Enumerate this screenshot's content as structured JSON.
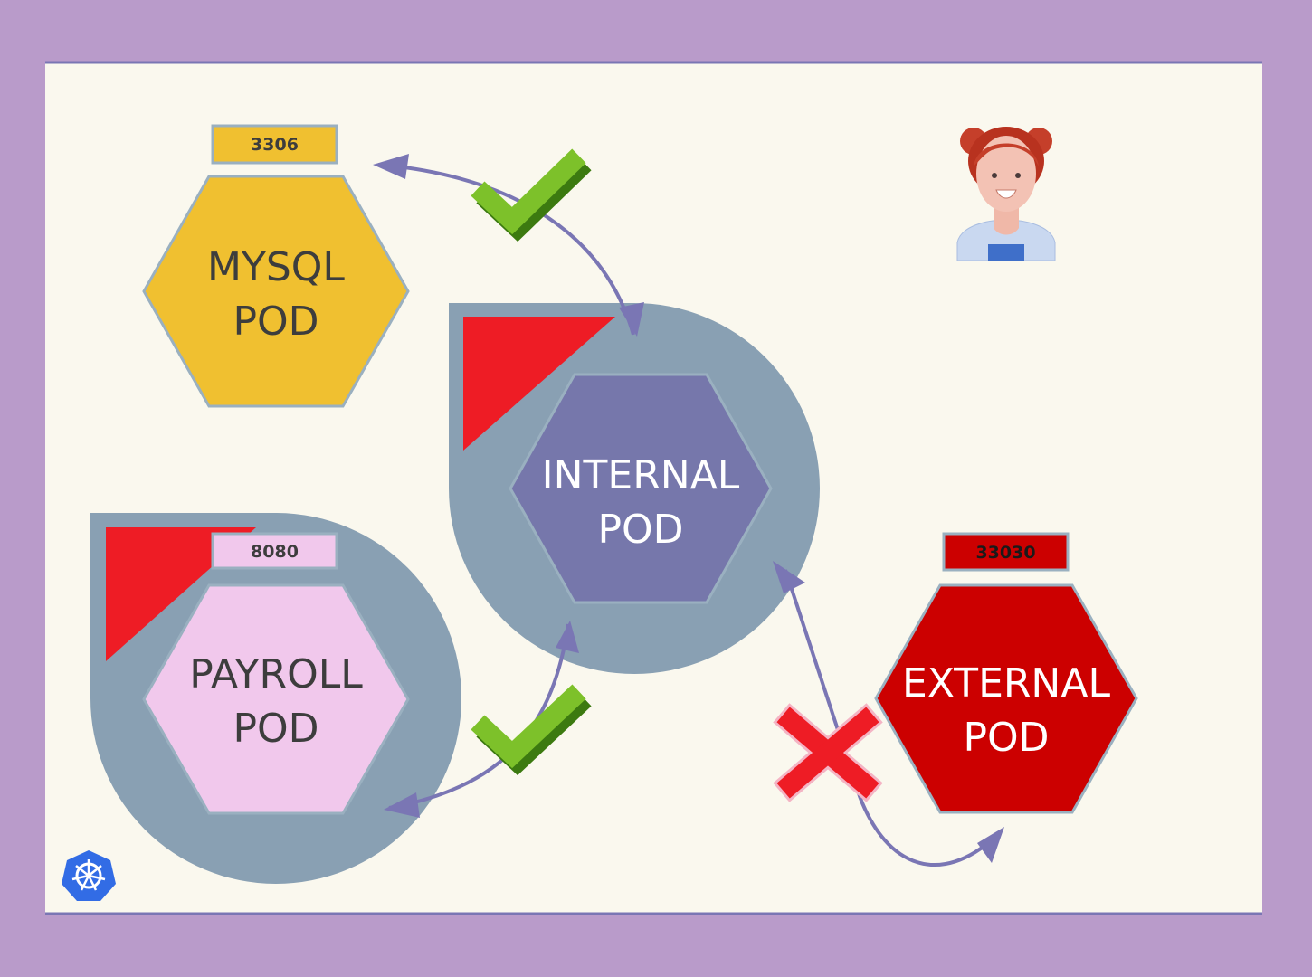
{
  "pods": {
    "mysql": {
      "line1": "MYSQL",
      "line2": "POD",
      "port": "3306",
      "color": "#f0c030"
    },
    "internal": {
      "line1": "INTERNAL",
      "line2": "POD",
      "color": "#7677ab"
    },
    "payroll": {
      "line1": "PAYROLL",
      "line2": "POD",
      "port": "8080",
      "color": "#f1c8ec"
    },
    "external": {
      "line1": "EXTERNAL",
      "line2": "POD",
      "port": "33030",
      "color": "#cc0000"
    }
  },
  "colors": {
    "background": "#b99bca",
    "panel": "#faf8ee",
    "panel_border": "#7a76b4",
    "policy_circle": "#89a0b3",
    "policy_corner": "#ee1c25",
    "arrow": "#7a76b4",
    "allowed": "#7dc12a",
    "denied": "#ee1c25"
  },
  "connections": [
    {
      "from": "internal",
      "to": "mysql",
      "status": "allowed",
      "mark_icon": "check-icon"
    },
    {
      "from": "internal",
      "to": "payroll",
      "status": "allowed",
      "mark_icon": "check-icon"
    },
    {
      "from": "internal",
      "to": "external",
      "status": "denied",
      "mark_icon": "cross-icon"
    }
  ],
  "icons": {
    "user": "user-avatar-icon",
    "logo": "kubernetes-logo-icon"
  }
}
